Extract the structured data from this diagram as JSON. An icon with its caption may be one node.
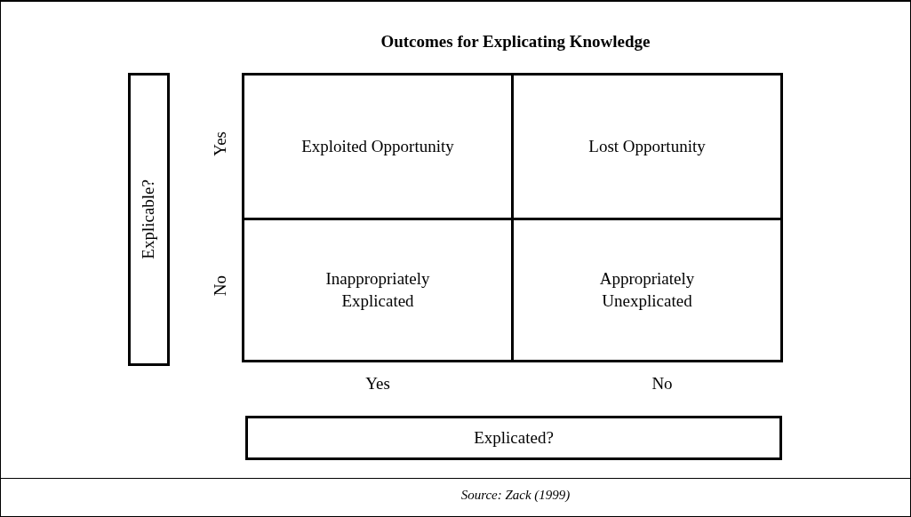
{
  "diagram": {
    "title": "Outcomes for Explicating Knowledge",
    "caption": "Source: Zack (1999)",
    "nodes": [
      {
        "text": [
          "Explicable?"
        ]
      },
      {
        "text": [
          "Exploited Opportunity"
        ]
      },
      {
        "text": [
          "Lost Opportunity"
        ]
      },
      {
        "text": [
          "Inappropriately Explicated"
        ]
      },
      {
        "text": [
          "Appropriately Unexplicated"
        ]
      },
      {
        "text": [
          "Explicated?"
        ]
      }
    ],
    "edges": [],
    "labels": [
      "Yes",
      "No",
      "Yes",
      "No"
    ]
  }
}
